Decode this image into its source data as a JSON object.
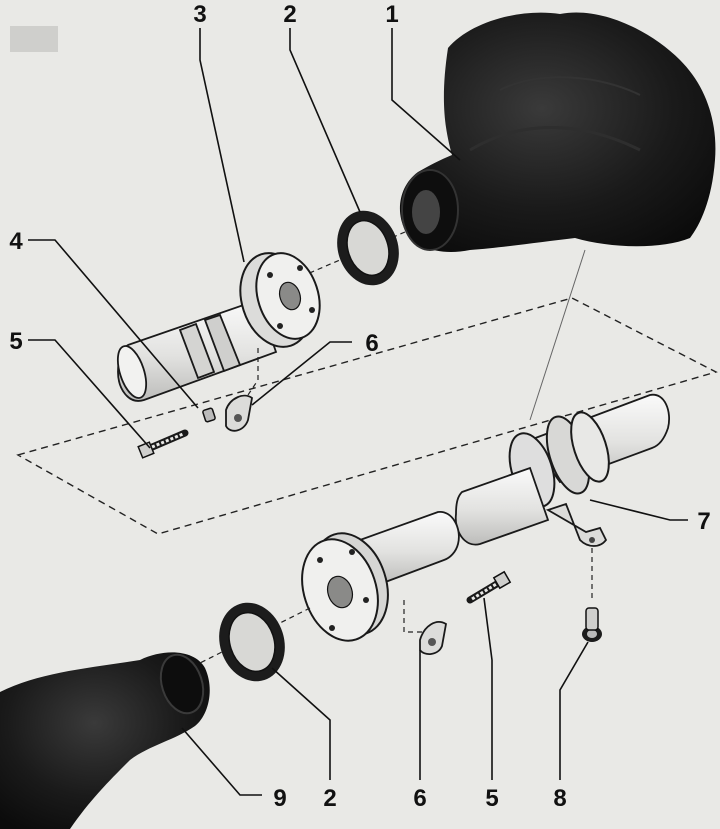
{
  "callouts": {
    "c1": "1",
    "c2_top": "2",
    "c3": "3",
    "c4": "4",
    "c5_left": "5",
    "c6_top": "6",
    "c7": "7",
    "c9": "9",
    "c2_bottom": "2",
    "c6_bottom": "6",
    "c5_bottom": "5",
    "c8": "8"
  },
  "colors": {
    "background": "#e9e9e6",
    "ink": "#111111",
    "dark_part": "#161616"
  }
}
